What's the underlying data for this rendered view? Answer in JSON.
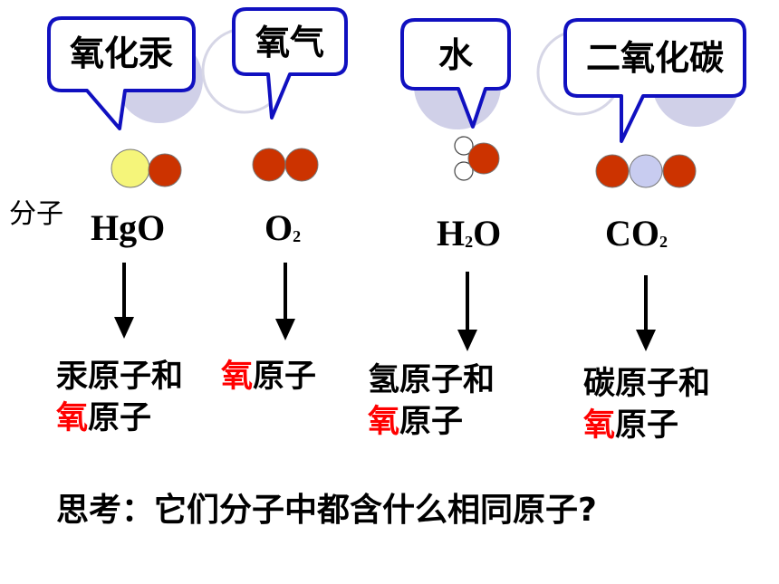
{
  "molecule_label": "分子",
  "colors": {
    "bubble_border": "#1010c0",
    "mercury_atom": "#f5f57a",
    "oxygen_atom": "#cc3300",
    "hydrogen_atom": "#ffffff",
    "carbon_atom": "#c8ccf0",
    "highlight": "#ff0000"
  },
  "items": [
    {
      "name": "氧化汞",
      "formula": {
        "base": "HgO",
        "sub": ""
      },
      "atoms_line1_before": "汞原子和 ",
      "atoms_line1_red": "",
      "atoms_line1_after": "",
      "atoms_line2_red": "氧",
      "atoms_line2_after": "原子"
    },
    {
      "name": "氧气",
      "formula": {
        "base": "O",
        "sub": "2"
      },
      "atoms_line1_before": "",
      "atoms_line1_red": "氧",
      "atoms_line1_after": "原子",
      "atoms_line2_red": "",
      "atoms_line2_after": ""
    },
    {
      "name": "水",
      "formula": {
        "base": "H",
        "sub": "2",
        "tail": "O"
      },
      "atoms_line1_before": "氢原子和",
      "atoms_line1_red": "",
      "atoms_line1_after": "",
      "atoms_line2_red": "氧",
      "atoms_line2_after": "原子"
    },
    {
      "name": "二氧化碳",
      "formula": {
        "base": "CO",
        "sub": "2"
      },
      "atoms_line1_before": "碳原子和",
      "atoms_line1_red": "",
      "atoms_line1_after": "",
      "atoms_line2_red": "氧",
      "atoms_line2_after": "原子"
    }
  ],
  "question": "思考：它们分子中都含什么相同原子?"
}
